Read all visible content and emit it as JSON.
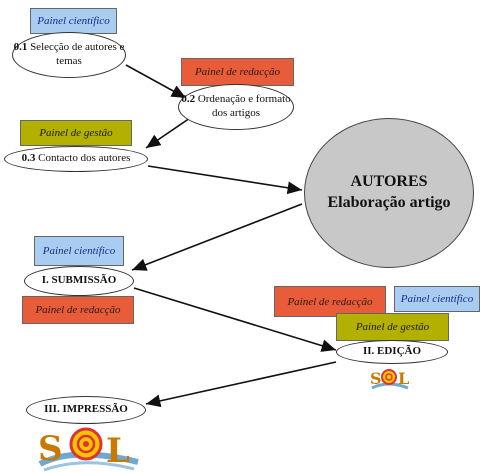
{
  "tags": {
    "cient_top": "Painel científico",
    "redac_top": "Painel de redacção",
    "gestao_top": "Painel de gestão",
    "cient_mid": "Painel científico",
    "redac_mid": "Painel de redacção",
    "redac_right": "Painel de redacção",
    "cient_right": "Painel científico",
    "gestao_right": "Painel de gestão"
  },
  "steps": {
    "s01_num": "0.1",
    "s01_text": " Selecção de autores e temas",
    "s02_num": "0.2",
    "s02_text": " Ordenação e formato dos artigos",
    "s03_num": "0.3",
    "s03_text": " Contacto dos autores",
    "submissao": "I. SUBMISSÃO",
    "edicao": "II. EDIÇÃO",
    "impressao": "III. IMPRESSÃO"
  },
  "center": {
    "line1": "AUTORES",
    "line2": "Elaboração artigo"
  },
  "logo_text": "SOL",
  "colors": {
    "blue": "#a8cdf0",
    "red": "#e85c3a",
    "olive": "#b3b000",
    "center_fill": "#c8c8c8"
  }
}
